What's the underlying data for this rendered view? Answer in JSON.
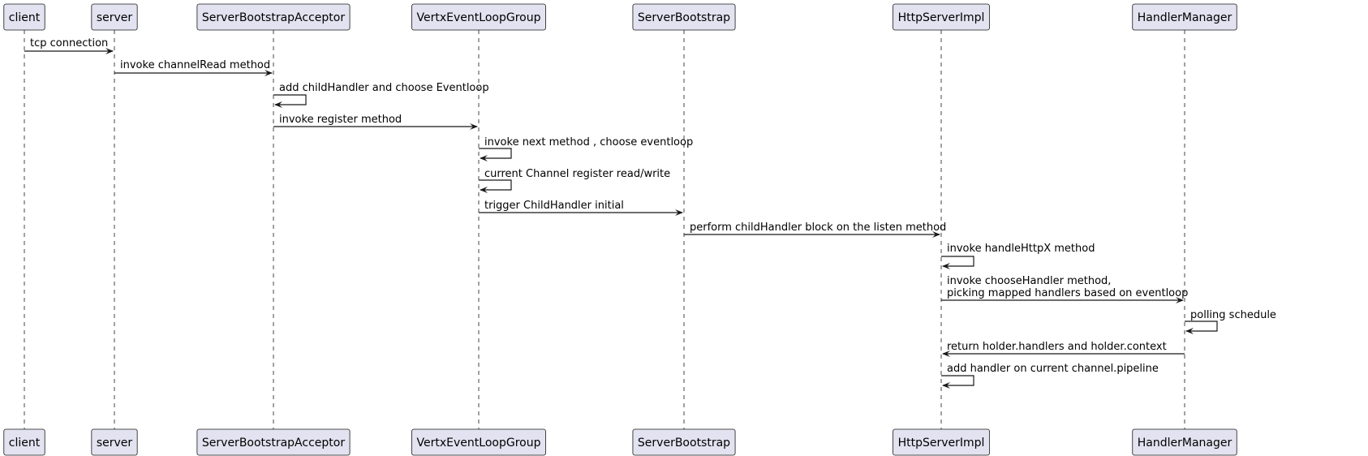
{
  "participants": [
    "client",
    "server",
    "ServerBootstrapAcceptor",
    "VertxEventLoopGroup",
    "ServerBootstrap",
    "HttpServerImpl",
    "HandlerManager"
  ],
  "messages": [
    {
      "from": "client",
      "to": "server",
      "lines": [
        "tcp connection"
      ]
    },
    {
      "from": "server",
      "to": "ServerBootstrapAcceptor",
      "lines": [
        "invoke channelRead method"
      ]
    },
    {
      "from": "ServerBootstrapAcceptor",
      "to": "ServerBootstrapAcceptor",
      "lines": [
        "add childHandler and choose Eventloop"
      ]
    },
    {
      "from": "ServerBootstrapAcceptor",
      "to": "VertxEventLoopGroup",
      "lines": [
        "invoke register method"
      ]
    },
    {
      "from": "VertxEventLoopGroup",
      "to": "VertxEventLoopGroup",
      "lines": [
        "invoke next method , choose eventloop"
      ]
    },
    {
      "from": "VertxEventLoopGroup",
      "to": "VertxEventLoopGroup",
      "lines": [
        "current Channel register read/write"
      ]
    },
    {
      "from": "VertxEventLoopGroup",
      "to": "ServerBootstrap",
      "lines": [
        "trigger ChildHandler initial"
      ]
    },
    {
      "from": "ServerBootstrap",
      "to": "HttpServerImpl",
      "lines": [
        "perform childHandler block on the listen method"
      ]
    },
    {
      "from": "HttpServerImpl",
      "to": "HttpServerImpl",
      "lines": [
        "invoke handleHttpX method"
      ]
    },
    {
      "from": "HttpServerImpl",
      "to": "HandlerManager",
      "lines": [
        "invoke chooseHandler method,",
        "picking mapped handlers based on eventloop"
      ]
    },
    {
      "from": "HandlerManager",
      "to": "HandlerManager",
      "lines": [
        "polling schedule"
      ]
    },
    {
      "from": "HandlerManager",
      "to": "HttpServerImpl",
      "lines": [
        "return holder.handlers and holder.context"
      ]
    },
    {
      "from": "HttpServerImpl",
      "to": "HttpServerImpl",
      "lines": [
        "add handler on current channel.pipeline"
      ]
    }
  ],
  "colors": {
    "box_fill": "#e2e2f0",
    "line": "#181818",
    "text": "#000000"
  }
}
